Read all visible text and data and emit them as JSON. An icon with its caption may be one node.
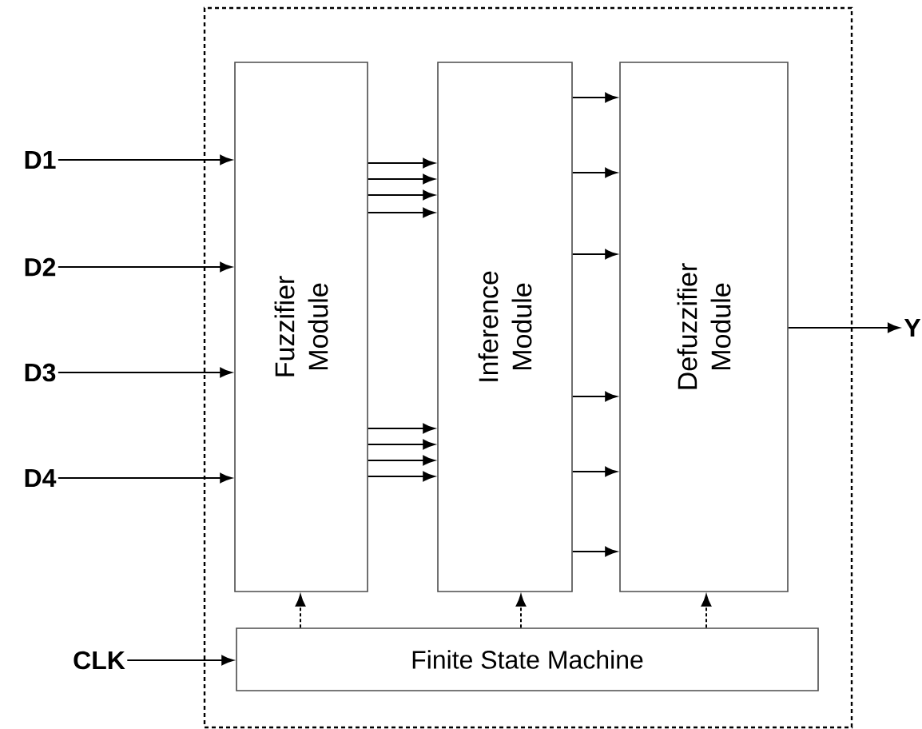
{
  "diagram": {
    "nodes": [
      {
        "text": [],
        "shape": "box"
      },
      {
        "text": [
          "D1"
        ]
      },
      {
        "text": [
          "D2"
        ]
      },
      {
        "text": [
          "D3"
        ]
      },
      {
        "text": [
          "D4"
        ]
      },
      {
        "text": [
          "CLK"
        ]
      },
      {
        "text": [
          "Fuzzifier Module"
        ],
        "in": 0
      },
      {
        "text": [
          "Inference Module"
        ],
        "in": 0
      },
      {
        "text": [
          "Defuzzifier Module"
        ],
        "in": 0
      },
      {
        "text": [
          "Finite State Machine"
        ],
        "in": 0
      },
      {
        "text": [
          "Y"
        ]
      }
    ],
    "edges": [
      {
        "from": 1,
        "to": 6,
        "arrow": "to"
      },
      {
        "from": 2,
        "to": 6,
        "arrow": "to"
      },
      {
        "from": 3,
        "to": 6,
        "arrow": "to"
      },
      {
        "from": 4,
        "to": 6,
        "arrow": "to"
      },
      {
        "from": 5,
        "to": 9,
        "arrow": "to"
      },
      {
        "from": 6,
        "to": 7,
        "arrow": "to"
      },
      {
        "from": 6,
        "to": 7,
        "arrow": "to"
      },
      {
        "from": 6,
        "to": 7,
        "arrow": "to"
      },
      {
        "from": 6,
        "to": 7,
        "arrow": "to"
      },
      {
        "from": 6,
        "to": 7,
        "arrow": "to"
      },
      {
        "from": 6,
        "to": 7,
        "arrow": "to"
      },
      {
        "from": 6,
        "to": 7,
        "arrow": "to"
      },
      {
        "from": 6,
        "to": 7,
        "arrow": "to"
      },
      {
        "from": 7,
        "to": 8,
        "arrow": "to"
      },
      {
        "from": 7,
        "to": 8,
        "arrow": "to"
      },
      {
        "from": 7,
        "to": 8,
        "arrow": "to"
      },
      {
        "from": 7,
        "to": 8,
        "arrow": "to"
      },
      {
        "from": 7,
        "to": 8,
        "arrow": "to"
      },
      {
        "from": 7,
        "to": 8,
        "arrow": "to"
      },
      {
        "from": 8,
        "to": 10,
        "arrow": "to"
      },
      {
        "from": 9,
        "to": 6,
        "arrow": "to",
        "style": "dashed"
      },
      {
        "from": 9,
        "to": 7,
        "arrow": "to",
        "style": "dashed"
      },
      {
        "from": 9,
        "to": 8,
        "arrow": "to",
        "style": "dashed"
      }
    ]
  }
}
